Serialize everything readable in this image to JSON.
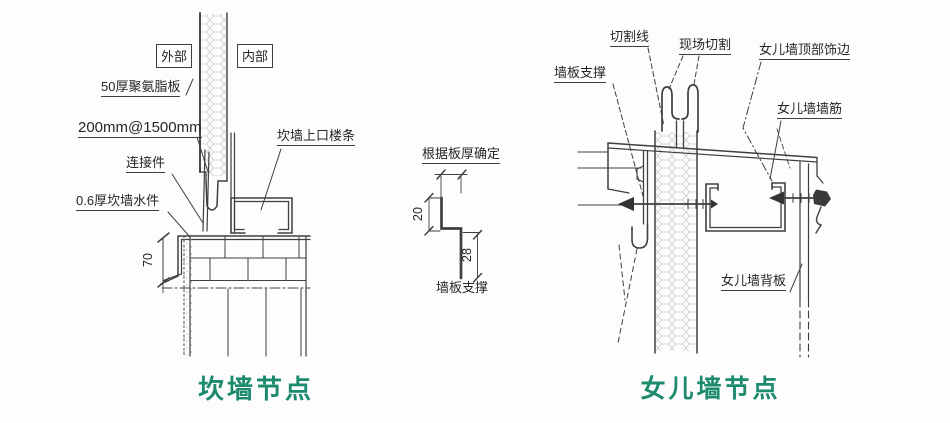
{
  "colors": {
    "title_green": "#1b8a6d",
    "line": "#3f3f3f",
    "background": "#fdfdfd"
  },
  "left_diagram": {
    "title": "坎墙节点",
    "labels": {
      "exterior": "外部",
      "interior": "内部",
      "insulation_board": "50厚聚氨脂板",
      "anchor_spacing": "200mm@1500mm",
      "connector": "连接件",
      "flashing": "0.6厚坎墙水件",
      "top_edge_strip": "坎墙上口楼条",
      "dim_70": "70"
    }
  },
  "middle_detail": {
    "note": "根据板厚确定",
    "dim_20": "20",
    "dim_28": "28",
    "caption": "墙板支撑"
  },
  "right_diagram": {
    "title": "女儿墙节点",
    "labels": {
      "cut_line": "切割线",
      "site_cut": "现场切割",
      "parapet_top_trim": "女儿墙顶部饰边",
      "panel_support": "墙板支撑",
      "parapet_wall_rib": "女儿墙墙筋",
      "parapet_back_panel": "女儿墙背板"
    }
  }
}
